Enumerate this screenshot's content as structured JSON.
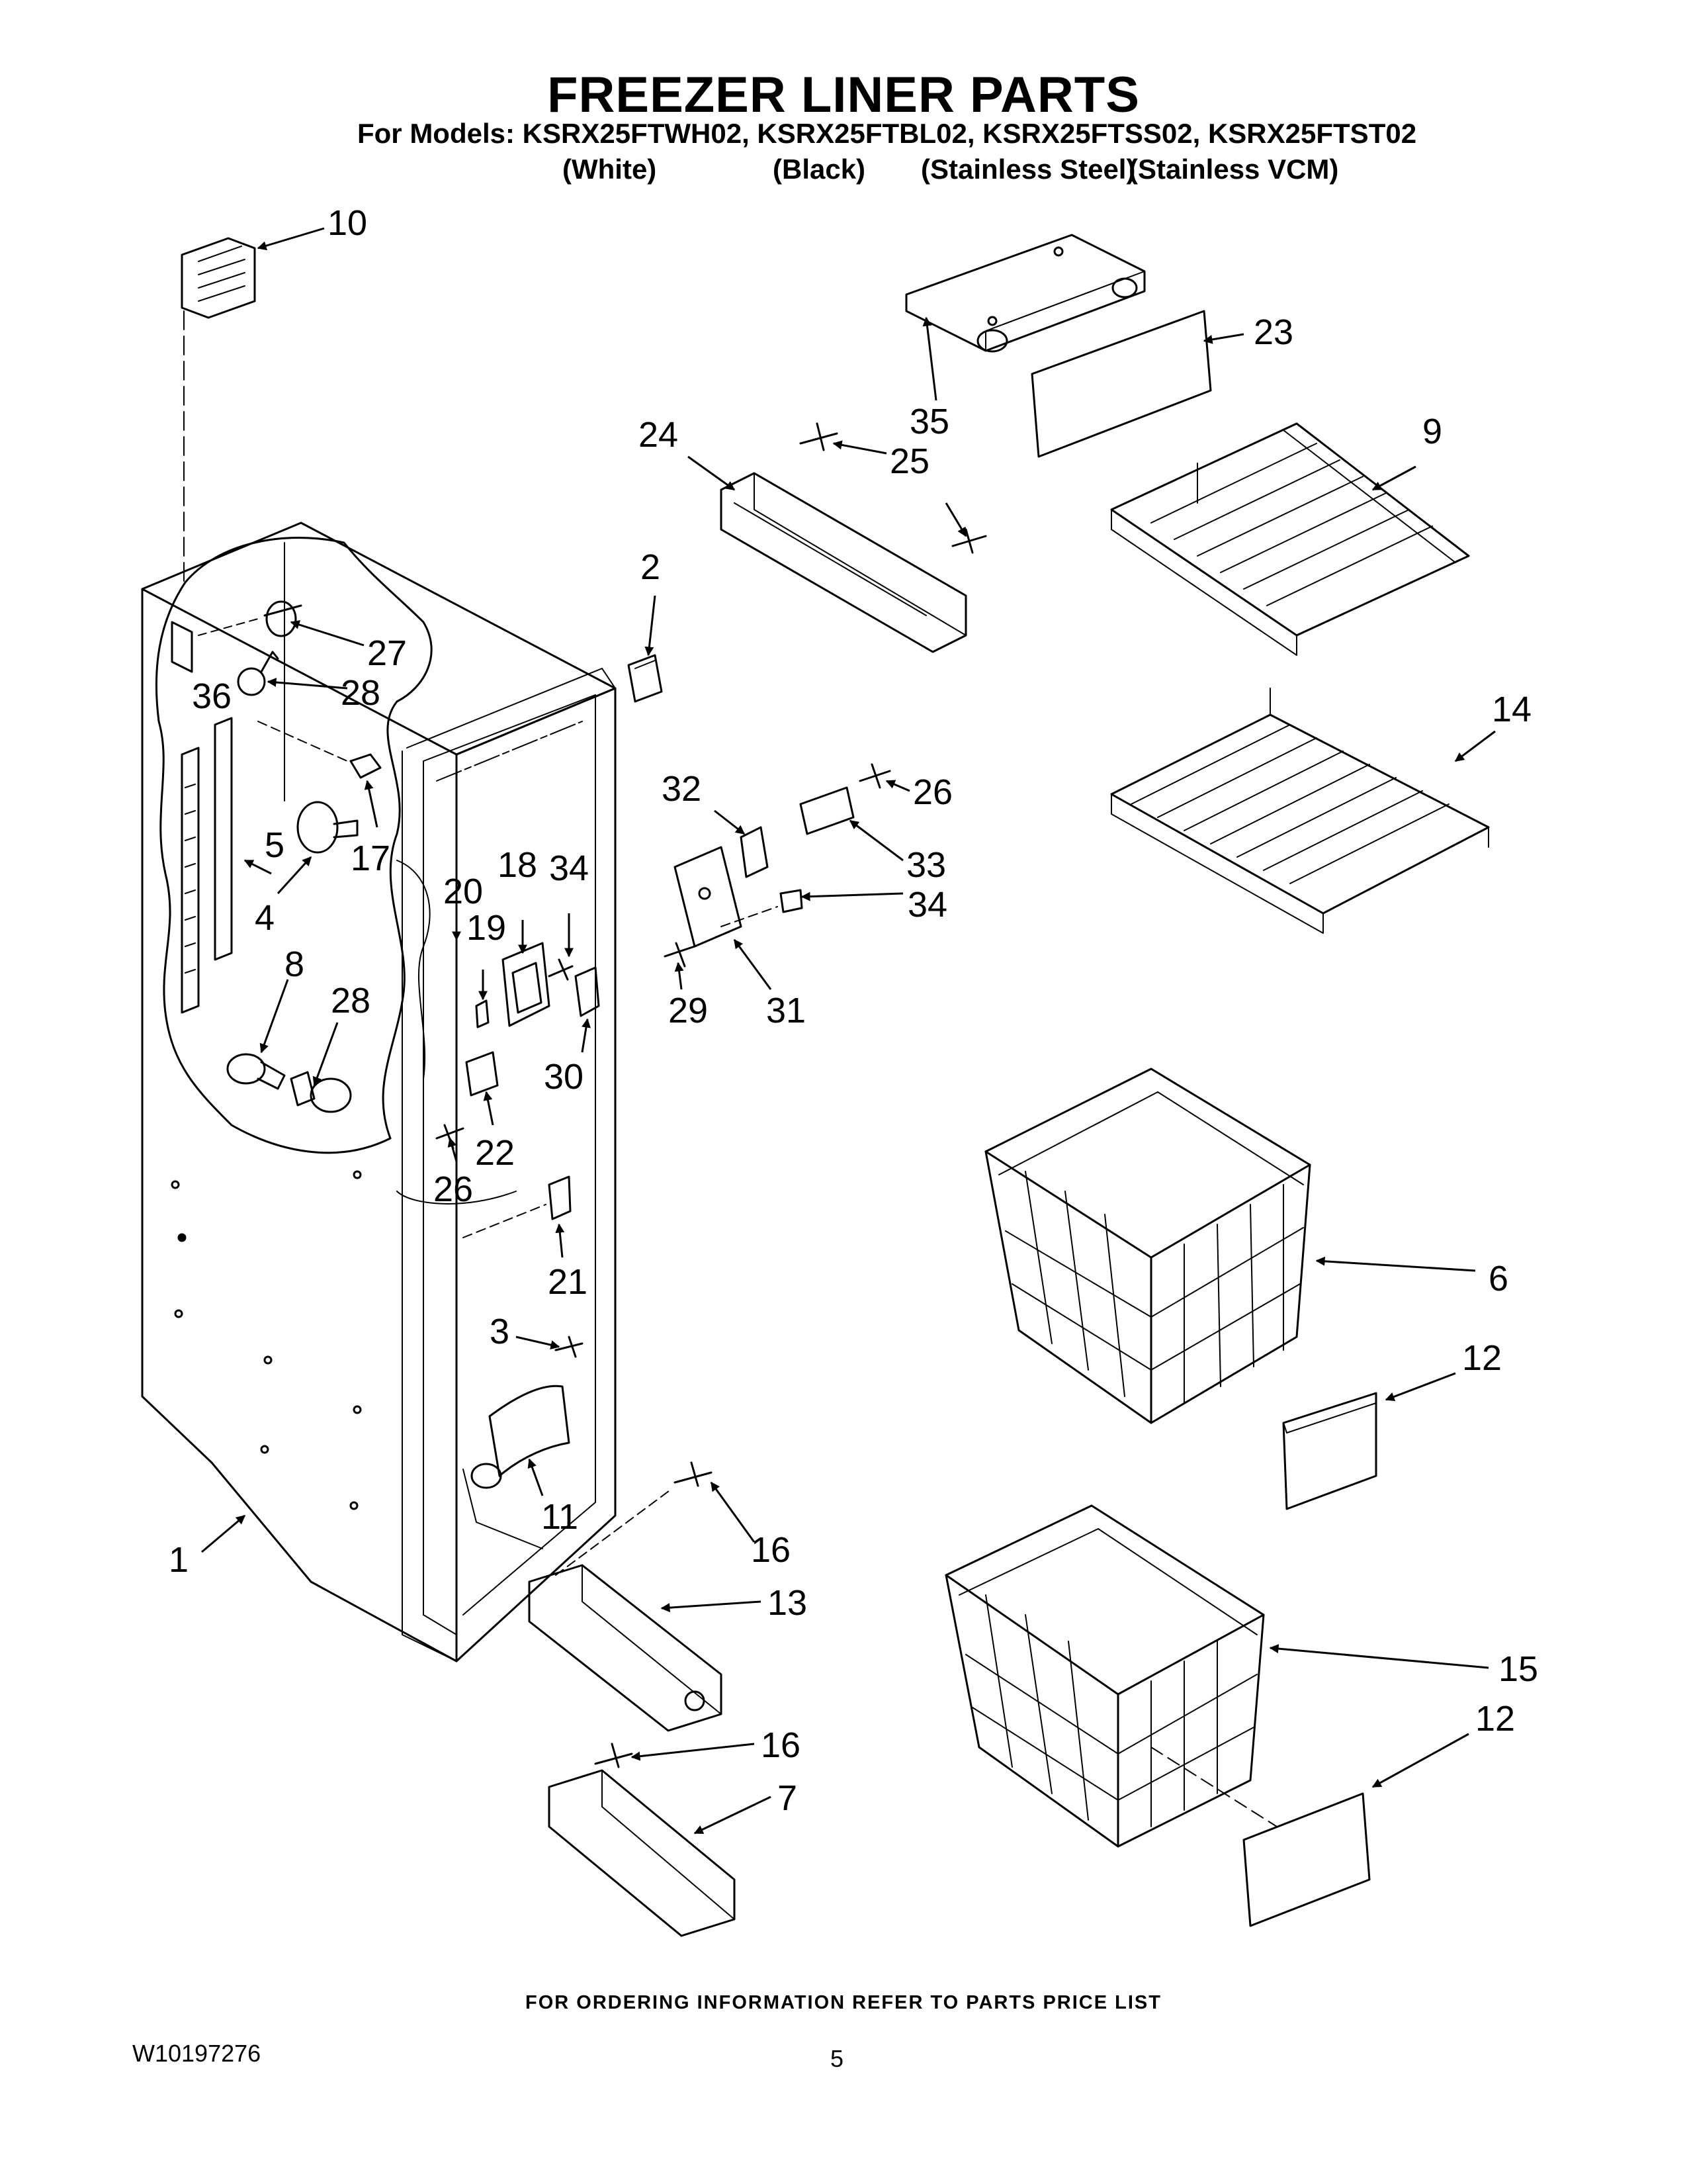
{
  "header": {
    "title": "FREEZER LINER PARTS",
    "models_line": "For Models: KSRX25FTWH02, KSRX25FTBL02, KSRX25FTSS02, KSRX25FTST02",
    "variants": [
      "(White)",
      "(Black)",
      "(Stainless Steel)",
      "(Stainless VCM)"
    ]
  },
  "callouts": {
    "c1": "1",
    "c2": "2",
    "c3": "3",
    "c4": "4",
    "c5": "5",
    "c6": "6",
    "c7": "7",
    "c8": "8",
    "c9": "9",
    "c10": "10",
    "c11": "11",
    "c12a": "12",
    "c12b": "12",
    "c13": "13",
    "c14": "14",
    "c15": "15",
    "c16a": "16",
    "c16b": "16",
    "c17": "17",
    "c18": "18",
    "c19": "19",
    "c20": "20",
    "c21": "21",
    "c22": "22",
    "c23": "23",
    "c24": "24",
    "c25": "25",
    "c26a": "26",
    "c26b": "26",
    "c27": "27",
    "c28a": "28",
    "c28b": "28",
    "c29": "29",
    "c30": "30",
    "c31": "31",
    "c32": "32",
    "c33": "33",
    "c34a": "34",
    "c34b": "34",
    "c35": "35",
    "c36": "36"
  },
  "footer": {
    "ordering_note": "FOR ORDERING INFORMATION REFER TO PARTS PRICE LIST",
    "doc_number": "W10197276",
    "page_number": "5"
  }
}
